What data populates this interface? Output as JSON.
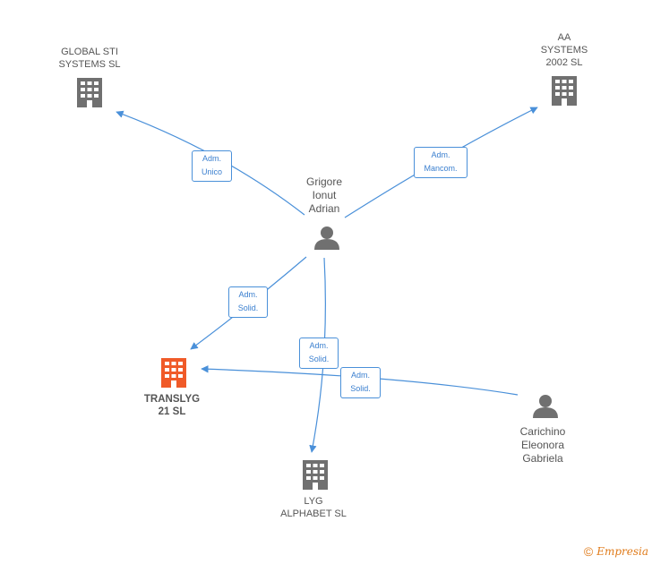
{
  "nodes": {
    "global_sti": {
      "lines": [
        "GLOBAL STI",
        "SYSTEMS  SL"
      ]
    },
    "aa_systems": {
      "lines": [
        "AA",
        "SYSTEMS",
        "2002 SL"
      ]
    },
    "grigore": {
      "lines": [
        "Grigore",
        "Ionut",
        "Adrian"
      ]
    },
    "translyg": {
      "lines": [
        "TRANSLYG",
        "21  SL"
      ]
    },
    "lyg": {
      "lines": [
        "LYG",
        "ALPHABET  SL"
      ]
    },
    "carichino": {
      "lines": [
        "Carichino",
        "Eleonora",
        "Gabriela"
      ]
    }
  },
  "edges": {
    "e1": {
      "lines": [
        "Adm.",
        "Unico"
      ]
    },
    "e2": {
      "lines": [
        "Adm.",
        "Mancom."
      ]
    },
    "e3": {
      "lines": [
        "Adm.",
        "Solid."
      ]
    },
    "e4": {
      "lines": [
        "Adm.",
        "Solid."
      ]
    },
    "e5": {
      "lines": [
        "Adm.",
        "Solid."
      ]
    }
  },
  "colors": {
    "edge": "#4a90d9",
    "building": "#707070",
    "building_focus": "#f05a28",
    "person": "#707070"
  },
  "footer": {
    "copyright": "©",
    "brand": "Empresia"
  }
}
